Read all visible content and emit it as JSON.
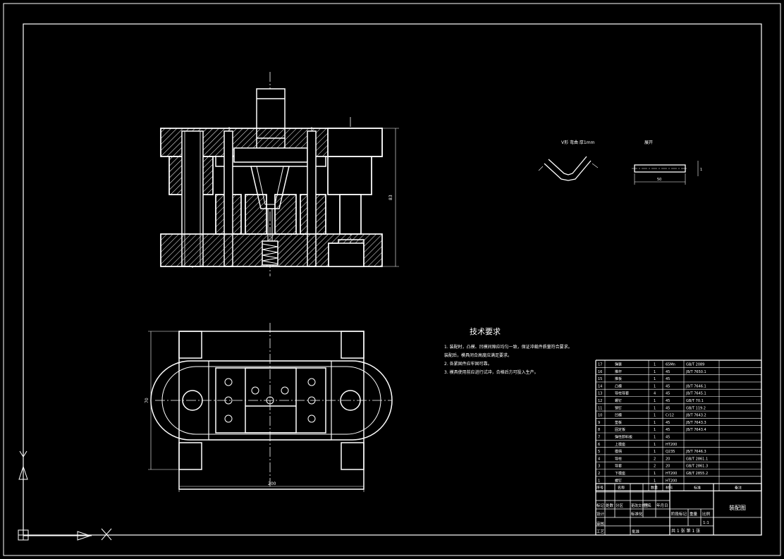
{
  "tech_req": {
    "title": "技术要求",
    "items": [
      "1. 装配时，凸模、凹模间隙应均匀一致，保证冲裁件质量符合要求。",
      "    装配后，模具闭合高度应满足要求。",
      "2. 各紧固件应牢固可靠。",
      "3. 模具使用前应进行试冲，合格后方可投入生产。"
    ]
  },
  "part_labels": {
    "bend_note": "V形 弯曲 厚1mm",
    "blank_note": "展开"
  },
  "dims": {
    "plan_width": "200",
    "plan_height": "70",
    "section_height": "83",
    "blank_length": "50",
    "blank_height": "1"
  },
  "bom": {
    "rows": [
      {
        "no": "17",
        "name": "弹簧",
        "qty": "1",
        "mat": "65Mn",
        "note": "GB/T 2089"
      },
      {
        "no": "16",
        "name": "推杆",
        "qty": "1",
        "mat": "45",
        "note": "JB/T 7650.1"
      },
      {
        "no": "15",
        "name": "推板",
        "qty": "1",
        "mat": "45",
        "note": ""
      },
      {
        "no": "14",
        "name": "凸模",
        "qty": "1",
        "mat": "45",
        "note": "JB/T 7646.1"
      },
      {
        "no": "13",
        "name": "导柱导套",
        "qty": "4",
        "mat": "45",
        "note": "JB/T 7645.1"
      },
      {
        "no": "12",
        "name": "螺钉",
        "qty": "1",
        "mat": "45",
        "note": "GB/T 70.1"
      },
      {
        "no": "11",
        "name": "销钉",
        "qty": "1",
        "mat": "45",
        "note": "GB/T 119.2"
      },
      {
        "no": "10",
        "name": "凹模",
        "qty": "1",
        "mat": "Cr12",
        "note": "JB/T 7643.2"
      },
      {
        "no": "9",
        "name": "垫板",
        "qty": "1",
        "mat": "45",
        "note": "JB/T 7643.3"
      },
      {
        "no": "8",
        "name": "固定板",
        "qty": "1",
        "mat": "45",
        "note": "JB/T 7643.4"
      },
      {
        "no": "7",
        "name": "弹性卸料板",
        "qty": "1",
        "mat": "45",
        "note": ""
      },
      {
        "no": "6",
        "name": "上模座",
        "qty": "1",
        "mat": "HT200",
        "note": ""
      },
      {
        "no": "5",
        "name": "模柄",
        "qty": "1",
        "mat": "Q235",
        "note": "JB/T 7646.3"
      },
      {
        "no": "4",
        "name": "导柱",
        "qty": "2",
        "mat": "20",
        "note": "GB/T 2861.1"
      },
      {
        "no": "3",
        "name": "导套",
        "qty": "2",
        "mat": "20",
        "note": "GB/T 2861.3"
      },
      {
        "no": "2",
        "name": "下模座",
        "qty": "1",
        "mat": "HT200",
        "note": "GB/T 2855.2"
      },
      {
        "no": "1",
        "name": "螺钉",
        "qty": "1",
        "mat": "HT200",
        "note": ""
      }
    ],
    "header": {
      "no": "序号",
      "name": "名称",
      "qty": "数量",
      "mat": "材料",
      "spec": "标准",
      "note": "备注"
    }
  },
  "title_block": {
    "r1": [
      "标记",
      "处数",
      "分区",
      "更改文件号",
      "签名",
      "年月日"
    ],
    "r2": [
      "设计",
      "",
      "标准化"
    ],
    "stage": "阶段标记",
    "weight": "重量",
    "scale": "比例",
    "scale_val": "1:1",
    "drawing_name": "装配图",
    "sheets": "共 1 张 第 1 张",
    "review": "审核",
    "process": "工艺",
    "approve": "批准"
  }
}
